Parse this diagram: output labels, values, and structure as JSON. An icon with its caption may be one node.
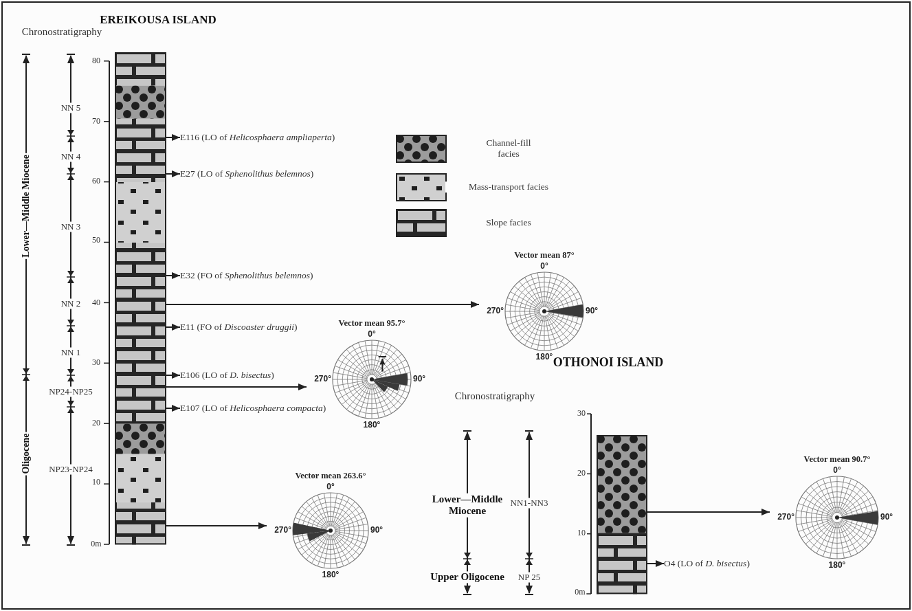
{
  "diagram": {
    "nodes": [
      {
        "text": [],
        "shape": "bar"
      },
      {
        "text": [
          "E116 (LO of *Helicosphaera ampliaperta*)"
        ]
      },
      {
        "text": [
          "E27 (LO of *Sphenolithus belemnos*)"
        ]
      },
      {
        "text": [
          "E32 (FO of *Sphenolithus belemnos*)"
        ]
      },
      {
        "text": [
          "E11 (FO of *Discoaster druggii*)"
        ]
      },
      {
        "text": [
          "E106 (LO of *D. bisectus*)"
        ]
      },
      {
        "text": [
          "E107 (LO of *Helicosphaera compacta*)"
        ]
      },
      {
        "text": [
          "Vector mean 87°",
          "0°",
          "270°",
          "90°",
          "180°"
        ]
      },
      {
        "text": [
          "Vector mean 95.7°",
          "0°",
          "270°",
          "90°",
          "180°"
        ]
      },
      {
        "text": [
          "Vector mean 263.6°",
          "0°",
          "270°",
          "90°",
          "180°"
        ]
      },
      {
        "text": [],
        "shape": "bar"
      },
      {
        "text": [
          "O4 (LO of *D. bisectus*)"
        ]
      },
      {
        "text": [
          "Vector mean 90.7°",
          "0°",
          "270°",
          "90°",
          "180°"
        ]
      }
    ],
    "edges": [
      {
        "from": 0,
        "to": 1,
        "arrow": "to"
      },
      {
        "from": 0,
        "to": 2,
        "arrow": "to"
      },
      {
        "from": 0,
        "to": 3,
        "arrow": "to"
      },
      {
        "from": 0,
        "to": 7,
        "arrow": "to"
      },
      {
        "from": 0,
        "to": 4,
        "arrow": "to"
      },
      {
        "from": 0,
        "to": 5,
        "arrow": "to"
      },
      {
        "from": 0,
        "to": 8,
        "arrow": "to"
      },
      {
        "from": 0,
        "to": 6,
        "arrow": "to"
      },
      {
        "from": 0,
        "to": 9,
        "arrow": "to"
      },
      {
        "from": 10,
        "to": 12,
        "arrow": "to"
      },
      {
        "from": 10,
        "to": 11,
        "arrow": "to"
      }
    ],
    "labels": [
      "EREIKOUSA ISLAND",
      "Chronostratigraphy",
      "80",
      "NN 5",
      "70",
      "NN 4",
      "60",
      "Lower—Middle Miocene",
      "NN 3",
      "50",
      "NN 2",
      "40",
      "NN 1",
      "30",
      "NP24-NP25",
      "20",
      "Oligocene",
      "NP23-NP24",
      "10",
      "0m",
      "OTHONOI ISLAND",
      "Chronostratigraphy",
      "30",
      "20",
      "Lower—Middle Miocene",
      "NN1-NN3",
      "10",
      "Upper Oligocene",
      "NP 25",
      "0m"
    ],
    "legend": [
      {
        "text": "Channel-fill facies"
      },
      {
        "text": "Mass-transport facies"
      },
      {
        "text": "Slope facies"
      }
    ]
  }
}
